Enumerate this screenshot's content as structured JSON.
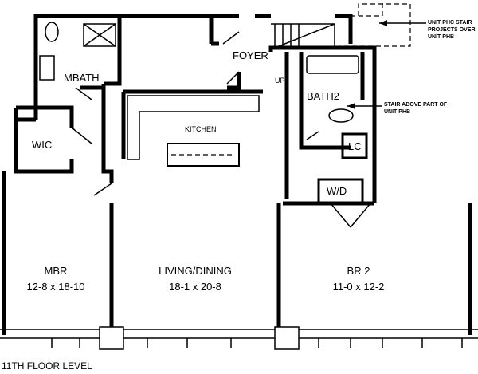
{
  "rooms": {
    "mbath": "MBATH",
    "foyer": "FOYER",
    "up": "UP",
    "bath2": "BATH2",
    "kitchen": "KITCHEN",
    "wic": "WIC",
    "lc": "LC",
    "wd": "W/D",
    "mbr": {
      "name": "MBR",
      "size": "12-8 x 18-10"
    },
    "living": {
      "name": "LIVING/DINING",
      "size": "18-1 x 20-8"
    },
    "br2": {
      "name": "BR 2",
      "size": "11-0 x 12-2"
    }
  },
  "notes": {
    "stair_phc": "UNIT PHC STAIR PROJECTS OVER UNIT PHB",
    "stair_above": "STAIR ABOVE PART OF UNIT PHB"
  },
  "floor_level": "11TH FLOOR LEVEL"
}
